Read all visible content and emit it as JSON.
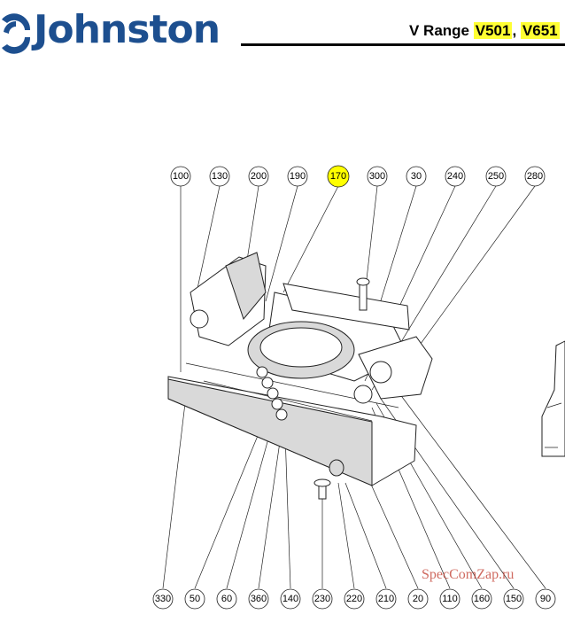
{
  "brand": {
    "name": "Johnston",
    "color": "#1d4f8f"
  },
  "header": {
    "range_prefix": "V Range",
    "model_1": "V501",
    "separator": ", ",
    "model_2": "V651",
    "highlight_color": "#ffff00"
  },
  "callouts_top": [
    "100",
    "130",
    "200",
    "190",
    "170",
    "300",
    "30",
    "240",
    "250",
    "280"
  ],
  "callouts_bottom": [
    "330",
    "50",
    "60",
    "360",
    "140",
    "230",
    "220",
    "210",
    "20",
    "110",
    "160",
    "150",
    "90"
  ],
  "highlighted_callout": "170",
  "watermark": "SpecComZap.ru"
}
